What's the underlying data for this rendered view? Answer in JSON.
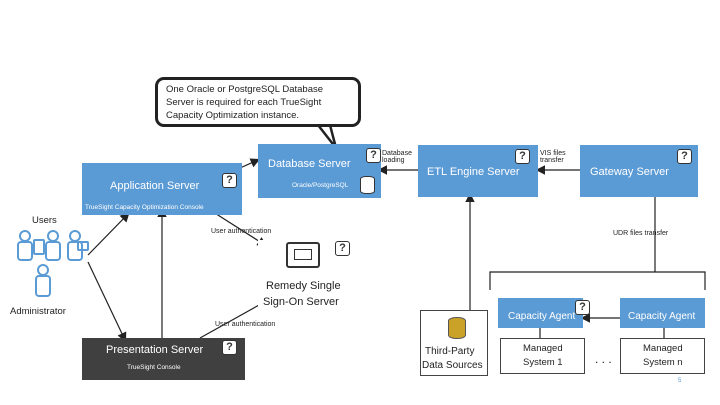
{
  "callout": {
    "line1": "One Oracle or PostgreSQL Database",
    "line2": "Server is required for each TrueSight",
    "line3": "Capacity Optimization instance."
  },
  "database_server": {
    "title": "Database Server",
    "sub": "Oracle/PostgreSQL"
  },
  "database_loading": {
    "line1": "Database",
    "line2": "loading"
  },
  "etl_engine": {
    "title": "ETL Engine Server"
  },
  "vis_transfer": {
    "line1": "VIS files",
    "line2": "transfer"
  },
  "gateway": {
    "title": "Gateway Server"
  },
  "app_server": {
    "title": "Application Server",
    "console": "TrueSight Capacity Optimization Console"
  },
  "users_label": "Users",
  "administrator_label": "Administrator",
  "user_auth_top": "User authentication",
  "user_auth_bottom": "User authentication",
  "remedy": {
    "line1": "Remedy Single",
    "line2": "Sign-On Server"
  },
  "udr_transfer": "UDR files transfer",
  "presentation": {
    "title": "Presentation Server",
    "console": "TrueSight Console"
  },
  "third_party": {
    "line1": "Third-Party",
    "line2": "Data Sources"
  },
  "capacity_agent_1": "Capacity Agent",
  "capacity_agent_2": "Capacity Agent",
  "managed_1": {
    "line1": "Managed",
    "line2": "System 1"
  },
  "managed_n": {
    "line1": "Managed",
    "line2": "System n"
  },
  "ellipsis": ". . .",
  "question_mark": "?",
  "page_number": "5",
  "colors": {
    "blue_box": "#5b9bd5",
    "dark_box": "#404040"
  }
}
